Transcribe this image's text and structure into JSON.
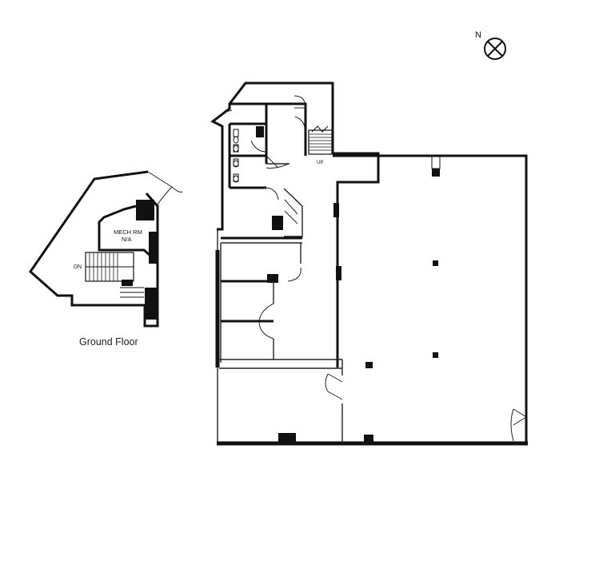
{
  "compass": {
    "north_label": "N"
  },
  "ground_floor": {
    "room_label_line1": "MECH RM",
    "room_label_line2": "N/A",
    "stair_label": "DN",
    "caption": "Ground Floor"
  },
  "main_floor": {
    "stair_label": "UP"
  }
}
